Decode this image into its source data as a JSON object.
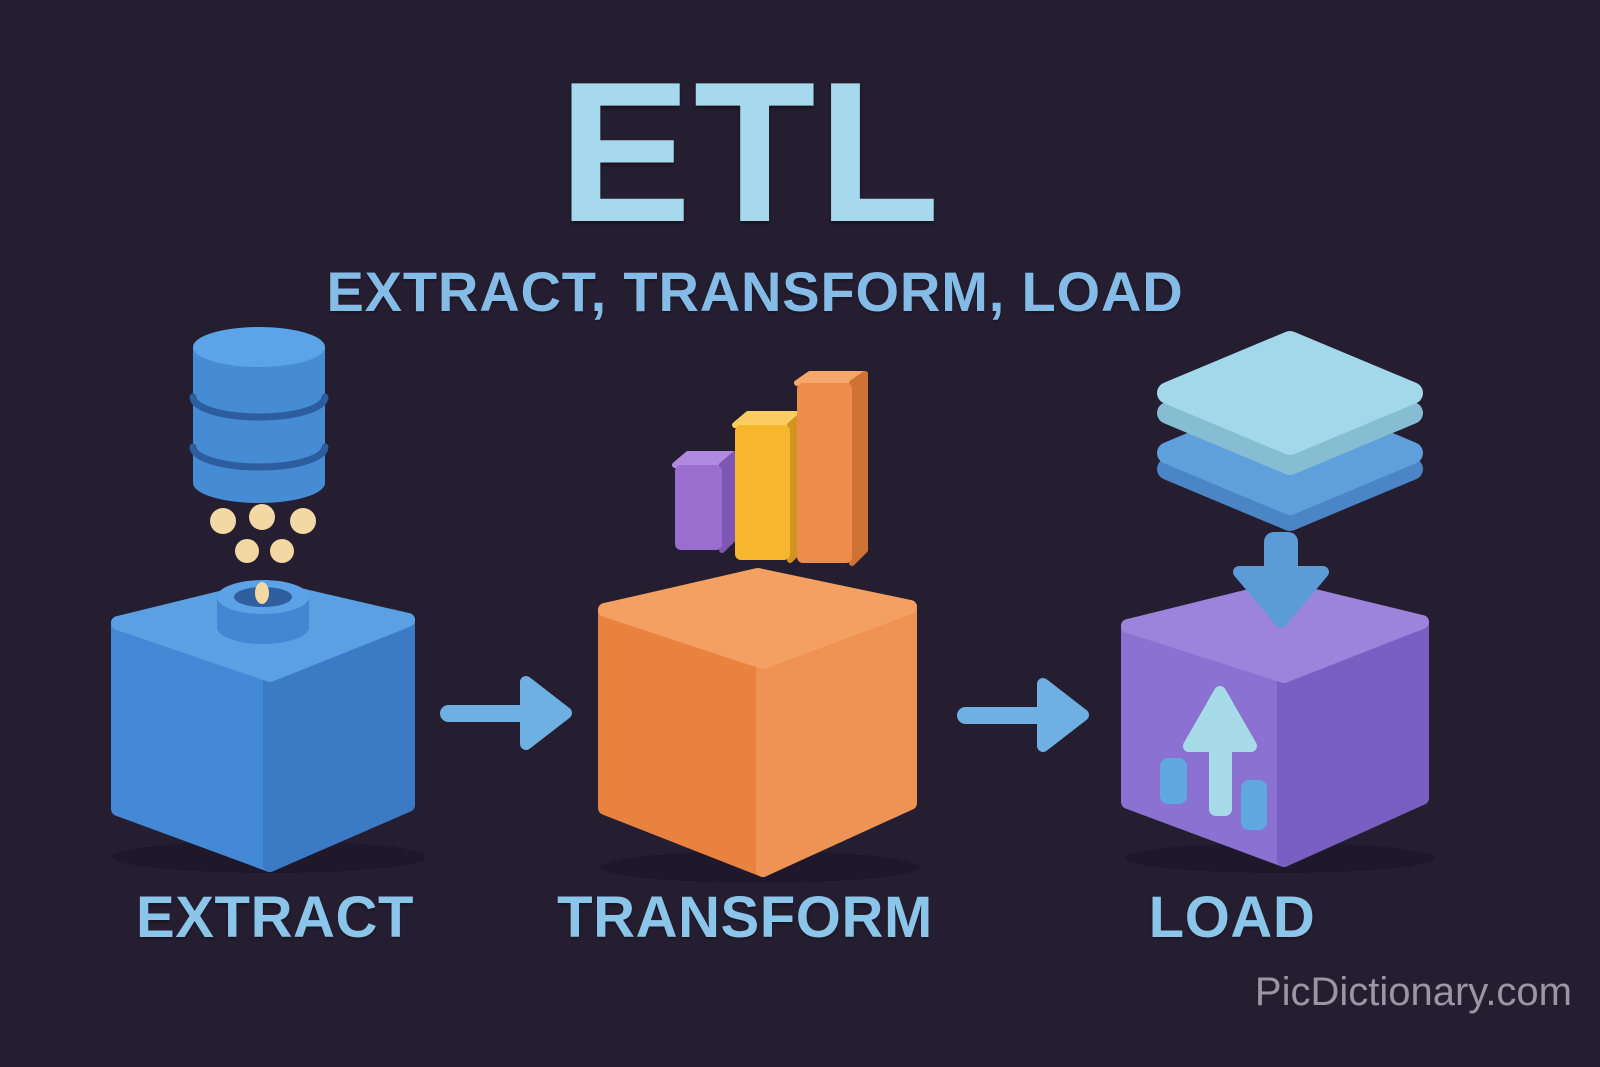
{
  "header": {
    "title": "ETL",
    "subtitle": "EXTRACT, TRANSFORM, LOAD"
  },
  "pipeline": {
    "stages": [
      {
        "id": "extract",
        "label": "EXTRACT",
        "icons": [
          "database-icon",
          "data-dots-icon",
          "funnel-port-icon",
          "cube-icon"
        ],
        "cube_color": "#4489d6"
      },
      {
        "id": "transform",
        "label": "TRANSFORM",
        "icons": [
          "bar-chart-icon",
          "cube-icon"
        ],
        "cube_color": "#ee8d4b"
      },
      {
        "id": "load",
        "label": "LOAD",
        "icons": [
          "layer-stack-icon",
          "download-arrow-icon",
          "upload-arrow-icon",
          "cube-icon"
        ],
        "cube_color": "#8b72d2"
      }
    ],
    "connectors": [
      {
        "icon": "arrow-right-icon"
      },
      {
        "icon": "arrow-right-icon"
      }
    ]
  },
  "footer": {
    "watermark": "PicDictionary.com"
  },
  "colors": {
    "background": "#251e31",
    "title_text": "#a6d8ee",
    "subtitle_text": "#84bce7",
    "label_text": "#8cc5ea",
    "watermark_text": "#9a96a4",
    "arrow": "#6fb0e2",
    "shadow": "#1a1425",
    "db_side": "#458cd5",
    "db_top": "#5ca4e8",
    "db_groove": "#2c5d9e",
    "dot": "#f2d8a2",
    "port_rim": "#5ba2e6",
    "port_side": "#4187d2",
    "port_hole": "#2f5f9e",
    "cube_blue_top": "#5ba0e3",
    "cube_blue_left": "#4489d6",
    "cube_blue_right": "#3b7ac5",
    "bar_purple_front": "#9a6ecf",
    "bar_purple_top": "#b18ae0",
    "bar_purple_side": "#7e56b4",
    "bar_yellow_front": "#f7b62e",
    "bar_yellow_top": "#fbcd60",
    "bar_yellow_side": "#d3951f",
    "bar_orange_front": "#ee8d4b",
    "bar_orange_top": "#f5a869",
    "bar_orange_side": "#cf7334",
    "cube_orange_top": "#f5a063",
    "cube_orange_left": "#e8823e",
    "cube_orange_right": "#ef9355",
    "slab_light_top": "#a3d7ea",
    "slab_light_side": "#86bdd3",
    "slab_blue_top": "#5f9fdc",
    "slab_blue_side": "#4a85c6",
    "down_arrow": "#5b9bd8",
    "cube_purple_top": "#9c84dd",
    "cube_purple_left": "#8b72d2",
    "cube_purple_right": "#7a5fc2",
    "up_arrow": "#a8dbe8",
    "up_bars": "#5fa8e0"
  }
}
